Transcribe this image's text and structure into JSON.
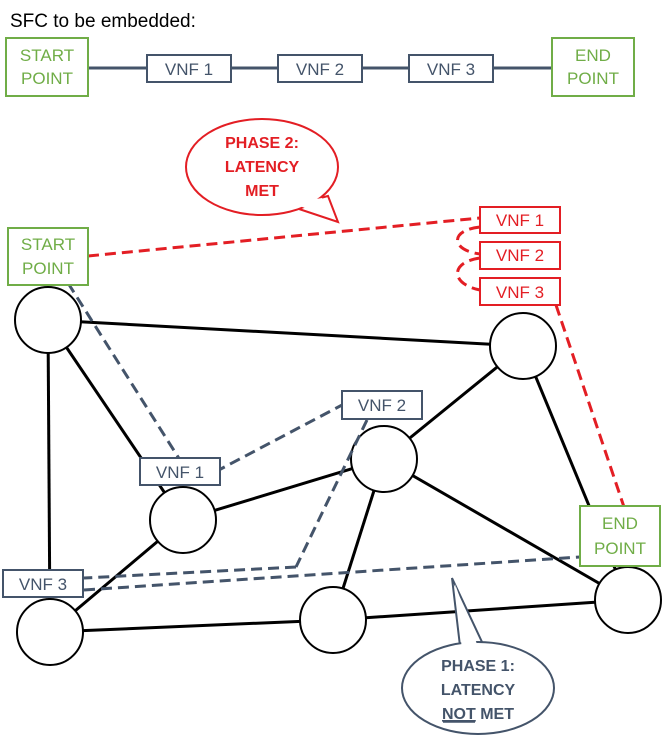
{
  "header": {
    "title": "SFC to be embedded:"
  },
  "sfc": {
    "start": [
      "START",
      "POINT"
    ],
    "end": [
      "END",
      "POINT"
    ],
    "vnfs": [
      "VNF 1",
      "VNF 2",
      "VNF 3"
    ]
  },
  "network": {
    "start": [
      "START",
      "POINT"
    ],
    "end": [
      "END",
      "POINT"
    ],
    "phase1_vnfs": [
      "VNF 1",
      "VNF 2",
      "VNF 3"
    ],
    "phase2_vnfs": [
      "VNF 1",
      "VNF 2",
      "VNF 3"
    ]
  },
  "callouts": {
    "phase2": {
      "line1": "PHASE 2:",
      "line2": "LATENCY",
      "line3": "MET"
    },
    "phase1": {
      "line1": "PHASE 1:",
      "line2": "LATENCY",
      "line3_underlined": "NOT",
      "line3_rest": " MET"
    }
  },
  "colors": {
    "green": "#70ad47",
    "red": "#e31e24",
    "slate": "#44546a",
    "black": "#000000"
  }
}
